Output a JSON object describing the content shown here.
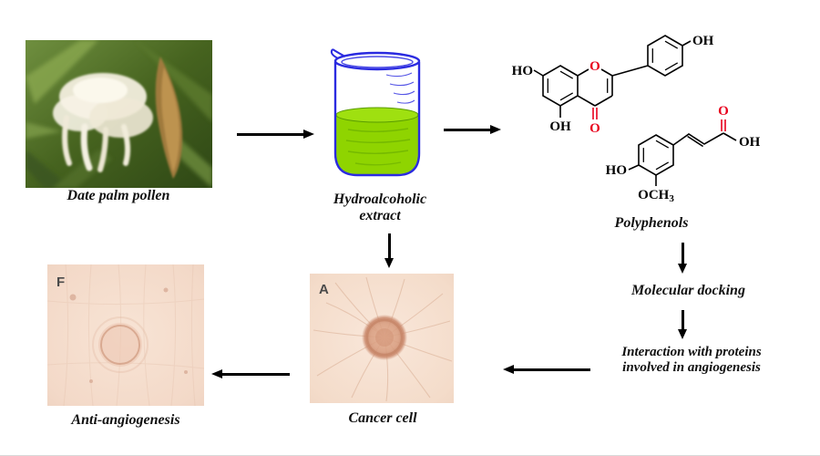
{
  "figure": {
    "background": "#ffffff",
    "steps": {
      "pollen_label": "Date palm pollen",
      "extract_label_line1": "Hydroalcoholic",
      "extract_label_line2": "extract",
      "polyphenols_label": "Polyphenols",
      "docking_label": "Molecular docking",
      "interaction_label_line1": "Interaction with proteins",
      "interaction_label_line2": "involved in angiogenesis",
      "cancer_cell_label": "Cancer cell",
      "anti_angiogenesis_label": "Anti-angiogenesis"
    },
    "panel_letters": {
      "cancer_cell": "A",
      "anti_angiogenesis": "F"
    },
    "chemistry": {
      "flavonoid": {
        "ho": "HO",
        "oh_ring": "OH",
        "o_ring": "O",
        "o_carbonyl": "O",
        "oh_phenyl": "OH"
      },
      "phenolic_acid": {
        "ho": "HO",
        "och": "OCH",
        "och_subscript": "3",
        "o_carbonyl": "O",
        "oh_acid": "OH"
      }
    },
    "colors": {
      "beaker_outline": "#2b2be0",
      "extract_liquid": "#8fd400",
      "oxygen_red": "#e8001c",
      "arrow": "#000000"
    }
  }
}
